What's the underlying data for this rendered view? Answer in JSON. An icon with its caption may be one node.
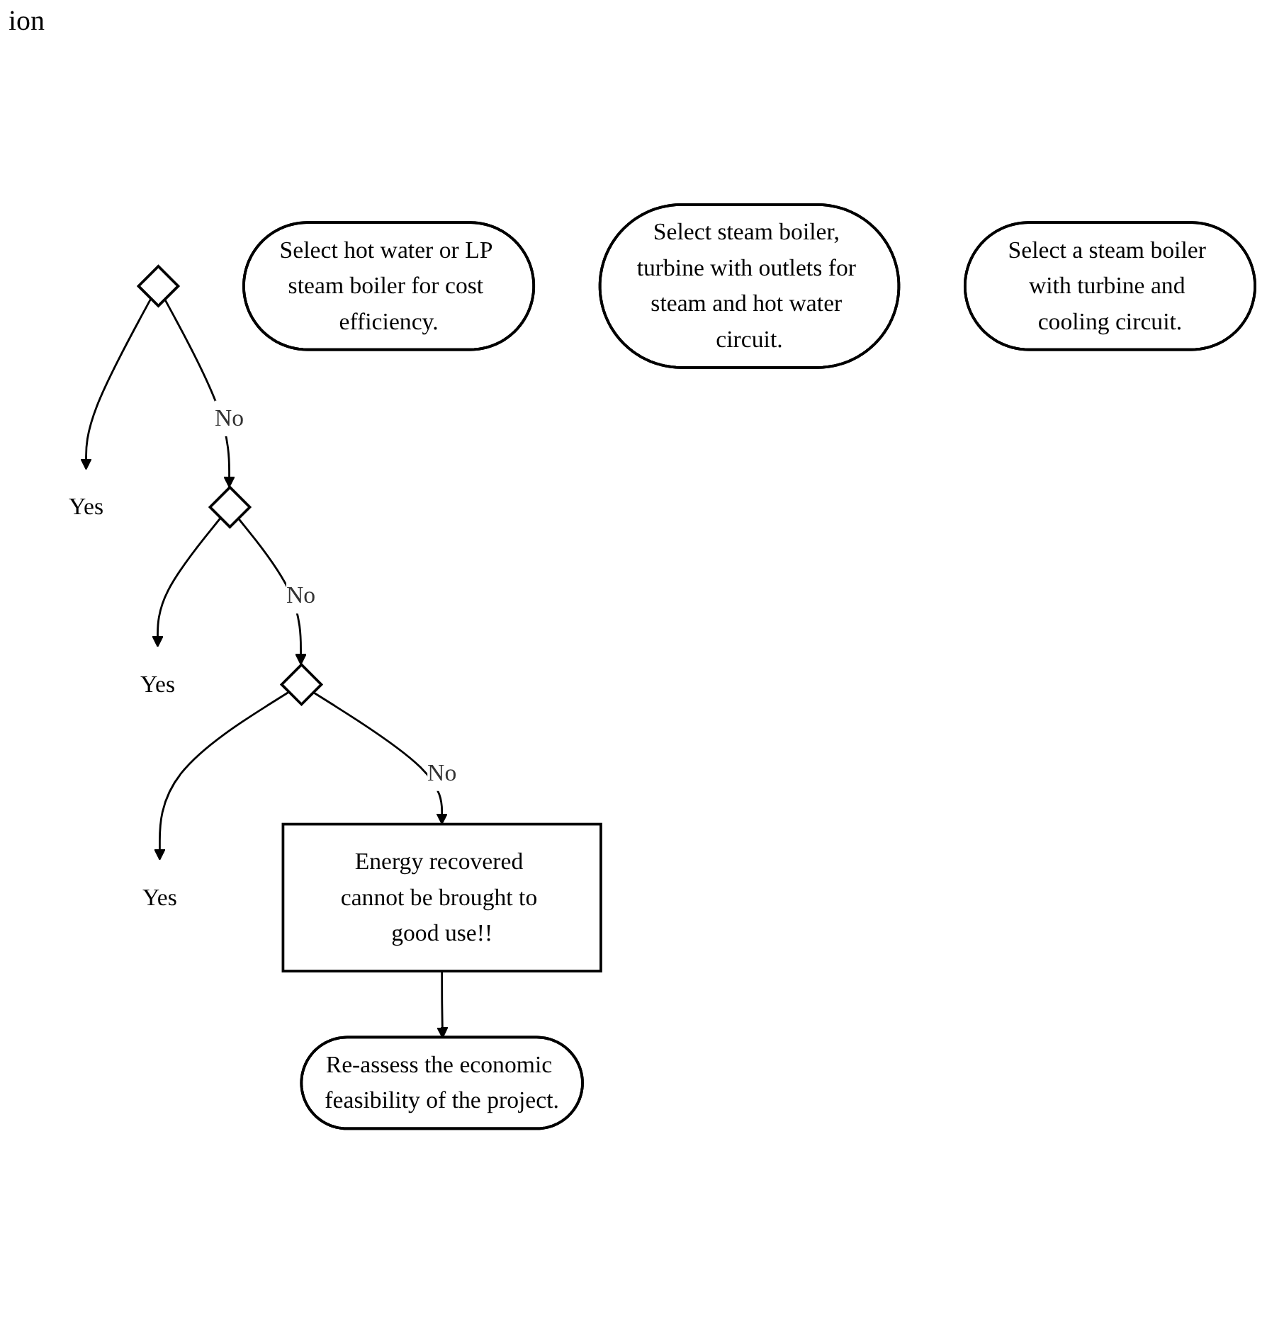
{
  "diagram": {
    "nodes": [
      {
        "text": [],
        "shape": "diamond"
      },
      {
        "text": [
          "Yes"
        ]
      },
      {
        "text": [
          "Select hot water or LP steam boiler for cost efficiency."
        ]
      },
      {
        "text": [],
        "shape": "diamond"
      },
      {
        "text": [
          "Yes"
        ]
      },
      {
        "text": [
          "Select steam boiler, turbine with outlets for steam and hot water circuit."
        ]
      },
      {
        "text": [],
        "shape": "diamond"
      },
      {
        "text": [
          "Yes"
        ]
      },
      {
        "text": [
          "Select a steam boiler with turbine and cooling circuit."
        ]
      },
      {
        "text": [
          "Energy recovered cannot be brought to good use!!"
        ]
      },
      {
        "text": [
          "Re-assess the economic feasibility of the project."
        ]
      }
    ],
    "edges": [
      {
        "from": 0,
        "to": 1,
        "arrow": "to"
      },
      {
        "from": 0,
        "to": 3,
        "arrow": "to",
        "label": "No"
      },
      {
        "from": 3,
        "to": 4,
        "arrow": "to"
      },
      {
        "from": 3,
        "to": 6,
        "arrow": "to",
        "label": "No"
      },
      {
        "from": 6,
        "to": 7,
        "arrow": "to"
      },
      {
        "from": 6,
        "to": 9,
        "arrow": "to",
        "label": "No"
      },
      {
        "from": 9,
        "to": 10,
        "arrow": "to"
      }
    ],
    "labels": [
      "ion"
    ]
  }
}
